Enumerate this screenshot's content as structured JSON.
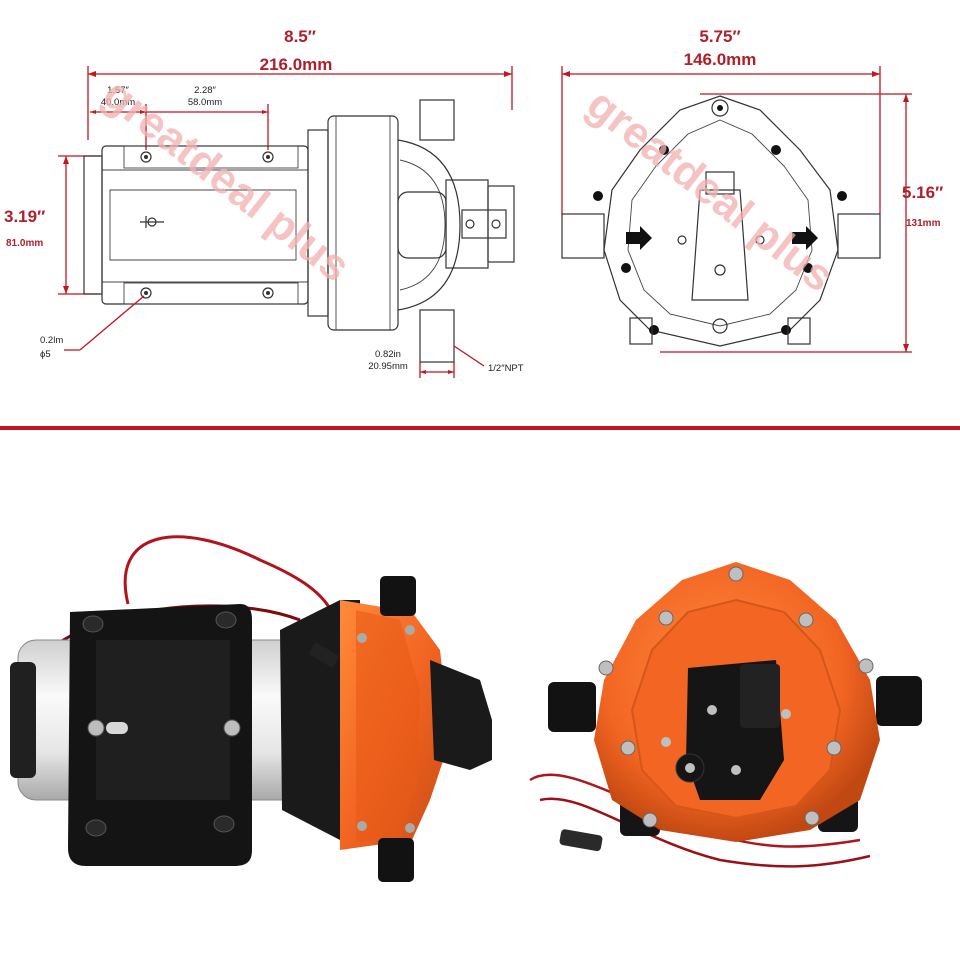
{
  "diagram": {
    "side_view": {
      "length_in": "8.5″",
      "length_mm": "216.0mm",
      "hole_a_in": "1.57″",
      "hole_a_mm": "40.0mm",
      "hole_b_in": "2.28″",
      "hole_b_mm": "58.0mm",
      "height_in": "3.19″",
      "height_mm": "81.0mm",
      "hole_dia_a": "0.2lm",
      "hole_dia_b": "ϕ5",
      "port_in": "0.82in",
      "port_mm": "20.95mm",
      "thread": "1/2″NPT"
    },
    "front_view": {
      "width_in": "5.75″",
      "width_mm": "146.0mm",
      "height_in": "5.16″",
      "height_mm": "131mm"
    },
    "watermark": "greatdeal plus",
    "colors": {
      "dimension_red": "#c2151f",
      "pump_orange": "#f26522",
      "pump_black": "#151515",
      "motor_white": "#e9e9e9"
    }
  }
}
